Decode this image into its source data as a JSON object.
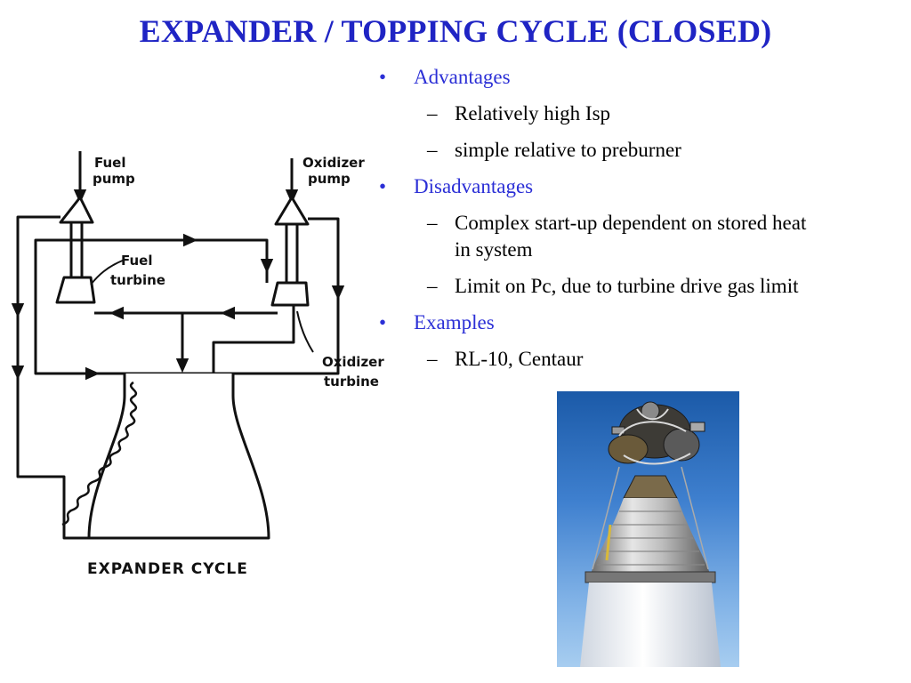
{
  "title": "EXPANDER / TOPPING CYCLE (CLOSED)",
  "diagram": {
    "fuel_pump_label": [
      "Fuel",
      "pump"
    ],
    "oxidizer_pump_label": [
      "Oxidizer",
      "pump"
    ],
    "fuel_turbine_label": [
      "Fuel",
      "turbine"
    ],
    "oxidizer_turbine_label": [
      "Oxidizer",
      "turbine"
    ],
    "caption": "EXPANDER CYCLE"
  },
  "bullets": {
    "advantages": {
      "label": "Advantages",
      "items": [
        "Relatively high Isp",
        "simple relative to preburner"
      ]
    },
    "disadvantages": {
      "label": "Disadvantages",
      "items": [
        "Complex start-up dependent on stored heat",
        "in system",
        "Limit on Pc, due to turbine drive gas limit"
      ]
    },
    "examples": {
      "label": "Examples",
      "items": [
        "RL-10, Centaur"
      ]
    }
  }
}
